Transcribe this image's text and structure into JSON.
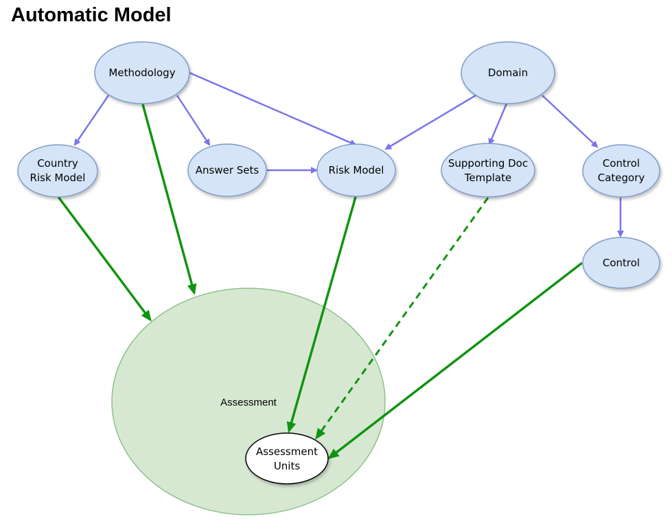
{
  "title": "Automatic Model",
  "colors": {
    "node_fill": "#d6e4f8",
    "node_stroke": "#7d9bc9",
    "assessment_fill": "#d7e8d2",
    "assessment_stroke": "#8cc08a",
    "units_fill": "#ffffff",
    "blue_arrow": "#7a74ec",
    "green_arrow": "#109410"
  },
  "nodes": {
    "methodology": [
      "Methodology"
    ],
    "domain": [
      "Domain"
    ],
    "country_risk_model": [
      "Country",
      "Risk Model"
    ],
    "answer_sets": [
      "Answer Sets"
    ],
    "risk_model": [
      "Risk Model"
    ],
    "supporting_doc_template": [
      "Supporting Doc",
      "Template"
    ],
    "control_category": [
      "Control",
      "Category"
    ],
    "control": [
      "Control"
    ],
    "assessment": [
      "Assessment"
    ],
    "assessment_units": [
      "Assessment",
      "Units"
    ]
  }
}
